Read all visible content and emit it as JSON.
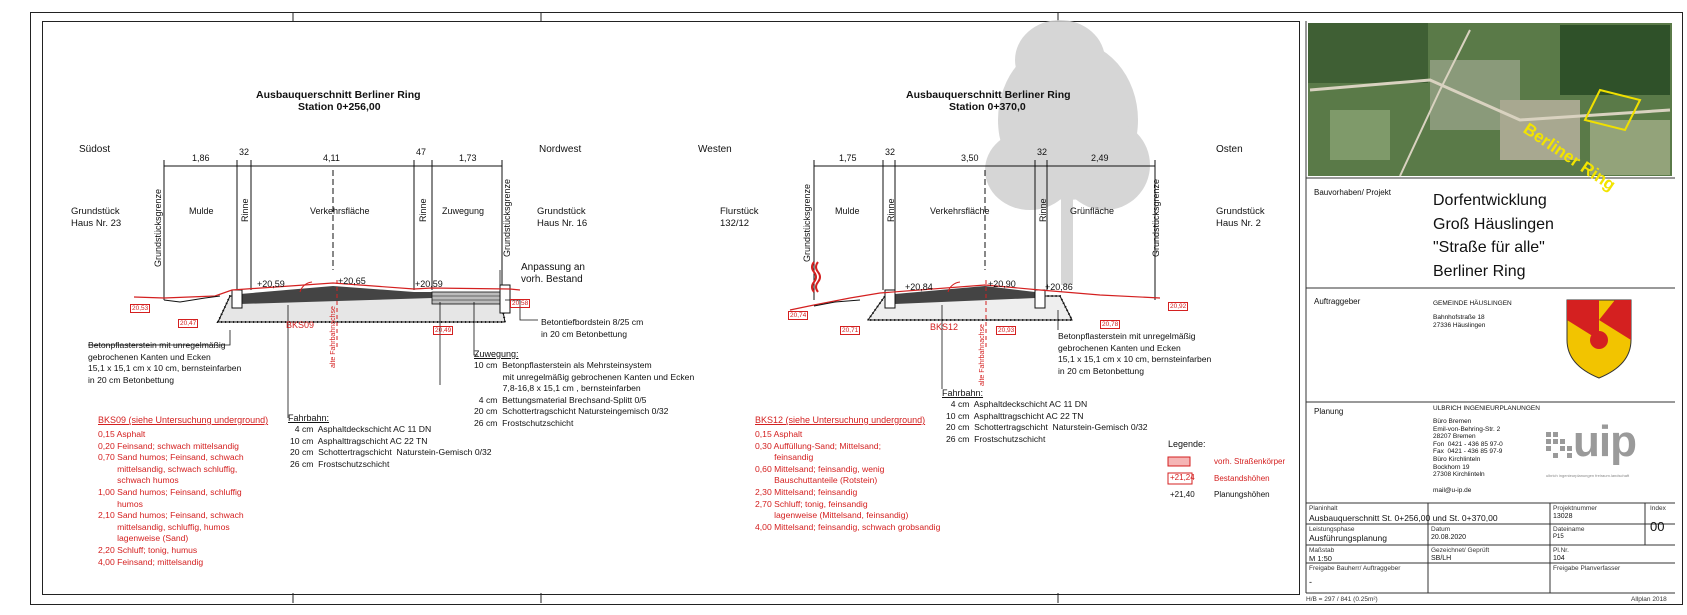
{
  "left": {
    "title": "Ausbauquerschnitt Berliner Ring",
    "station": "Station 0+256,00",
    "dir_left": "Südost",
    "dir_right": "Nordwest",
    "dims": [
      "1,86",
      "32",
      "4,11",
      "47",
      "1,73"
    ],
    "zones": [
      "Mulde",
      "Rinne",
      "Verkehrsfläche",
      "Rinne",
      "Zuwegung"
    ],
    "plot_left": "Grundstück\nHaus Nr. 23",
    "plot_right": "Grundstück\nHaus Nr. 16",
    "boundary": "Grundstücksgrenze",
    "heights": [
      "+20,59",
      "+20,65",
      "+20,59"
    ],
    "existing": [
      "20,53",
      "20,47",
      "20,49",
      "20,58"
    ],
    "bks": "BKS09",
    "old_line": "alte Fahrbahnachse",
    "adjust": "Anpassung an\nvorh. Bestand",
    "note_pave": "Betonpflasterstein mit unregelmäßig\ngebrochenen Kanten und Ecken\n15,1 x 15,1 cm x 10 cm, bernsteinfarben\nin 20 cm Betonbettung",
    "note_curb": "Betontiefbordstein 8/25 cm\nin 20 cm Betonbettung",
    "zuweg_head": "Zuwegung:",
    "zuweg": "10 cm  Betonpflasterstein als Mehrsteinsystem\n            mit unregelmäßig gebrochenen Kanten und Ecken\n            7,8-16,8 x 15,1 cm , bernsteinfarben\n  4 cm  Bettungsmaterial Brechsand-Splitt 0/5\n20 cm  Schottertragschicht Natursteingemisch 0/32\n26 cm  Frostschutzschicht",
    "fahr_head": "Fahrbahn:",
    "fahr": "  4 cm  Asphaltdeckschicht AC 11 DN\n10 cm  Asphalttragschicht AC 22 TN\n20 cm  Schottertragschicht  Naturstein-Gemisch 0/32\n26 cm  Frostschutzschicht",
    "soil_head": "BKS09 (siehe Untersuchung underground)",
    "soil": "0,15 Asphalt\n0,20 Feinsand; schwach mittelsandig\n0,70 Sand humos; Feinsand, schwach\n        mittelsandig, schwach schluffig,\n        schwach humos\n1,00 Sand humos; Feinsand, schluffig\n        humos\n2,10 Sand humos; Feinsand, schwach\n        mittelsandig, schluffig, humos\n        lagenweise (Sand)\n2,20 Schluff; tonig, humus\n4,00 Feinsand; mittelsandig"
  },
  "right": {
    "title": "Ausbauquerschnitt Berliner Ring",
    "station": "Station 0+370,0",
    "dir_left": "Westen",
    "dir_right": "Osten",
    "dims": [
      "1,75",
      "32",
      "3,50",
      "32",
      "2,49"
    ],
    "zones": [
      "Mulde",
      "Rinne",
      "Verkehrsfläche",
      "Rinne",
      "Grünfläche"
    ],
    "plot_left": "Flurstück\n132/12",
    "plot_right": "Grundstück\nHaus Nr. 2",
    "boundary": "Grundstücksgrenze",
    "heights": [
      "+20,84",
      "+20,90",
      "+20,86"
    ],
    "existing": [
      "20,74",
      "20,71",
      "20,93",
      "20,78",
      "20,92"
    ],
    "bks": "BKS12",
    "old_line": "alte Fahrbahnachse",
    "note_pave": "Betonpflasterstein mit unregelmäßig\ngebrochenen Kanten und Ecken\n15,1 x 15,1 cm x 10 cm, bernsteinfarben\nin 20 cm Betonbettung",
    "fahr_head": "Fahrbahn:",
    "fahr": "  4 cm  Asphaltdeckschicht AC 11 DN\n10 cm  Asphalttragschicht AC 22 TN\n20 cm  Schottertragschicht  Naturstein-Gemisch 0/32\n26 cm  Frostschutzschicht",
    "soil_head": "BKS12 (siehe Untersuchung underground)",
    "soil": "0,15 Asphalt\n0,30 Auffüllung-Sand; Mittelsand;\n        feinsandig\n0,60 Mittelsand; feinsandig, wenig\n        Bauschuttanteile (Rotstein)\n2,30 Mittelsand; feinsandig\n2,70 Schluff; tonig, feinsandig\n        lagenweise (Mittelsand, feinsandig)\n4,00 Mittelsand; feinsandig, schwach grobsandig"
  },
  "legend": {
    "title": "Legende:",
    "items": [
      "vorh. Straßenkörper",
      "Bestandshöhen",
      "Planungshöhen"
    ],
    "sample_existing": "+21,24",
    "sample_plan": "+21,40"
  },
  "titleblock": {
    "map_label": "Berliner Ring",
    "project_label": "Bauvorhaben/ Projekt",
    "project": "Dorfentwicklung\nGroß Häuslingen\n\"Straße für alle\"\nBerliner Ring",
    "client_label": "Auftraggeber",
    "client_name": "GEMEINDE HÄUSLINGEN",
    "client_addr": "Bahnhofstraße 18\n27336 Häuslingen",
    "planning_label": "Planung",
    "planner": "ULBRICH INGENIEURPLANUNGEN",
    "planner_addr": "Büro Bremen\nEmil-von-Behring-Str. 2\n28207 Bremen\nFon  0421 - 436 85 97-0\nFax  0421 - 436 85 97-9\nBüro Kirchlinteln\nBockhorn 19\n27308 Kirchlinteln",
    "planner_mail": "mail@u-ip.de",
    "logo": "uip",
    "logo_sub": "ulbrich ingenieurplanungen   freiraum.landschaft",
    "plan_label": "Planinhalt",
    "plan": "Ausbauquerschnitt St. 0+256,00 und St. 0+370,00",
    "phase_label": "Leistungsphase",
    "phase": "Ausführungsplanung",
    "scale_label": "Maßstab",
    "scale": "M 1:50",
    "release_label": "Freigabe Bauherr/ Auftraggeber",
    "release": "-",
    "projno_label": "Projektnummer",
    "projno": "13028",
    "index_label": "Index",
    "index": "00",
    "date_label": "Datum",
    "date": "20.08.2020",
    "file_label": "Dateiname",
    "file": "P15",
    "drawn_label": "Gezeichnet/ Geprüft",
    "drawn": "SB/LH",
    "planno_label": "Pl.Nr.",
    "planno": "104",
    "planrelease_label": "Freigabe Planverfasser",
    "format": "H/B = 297 / 841 (0.25m²)",
    "software": "Allplan 2018"
  }
}
